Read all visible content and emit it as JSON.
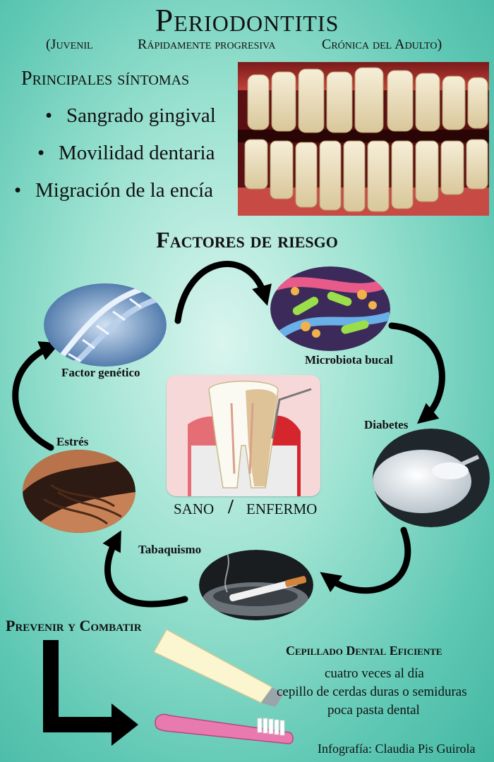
{
  "title": "Periodontitis",
  "subtitles": [
    "(Juvenil",
    "Rápidamente progresiva",
    "Crónica del Adulto)"
  ],
  "symptoms": {
    "heading": "Principales síntomas",
    "items": [
      "Sangrado gingival",
      "Movilidad dentaria",
      "Migración de la encía"
    ],
    "bullet": "•"
  },
  "risk": {
    "heading": "Factores de riesgo",
    "factors": {
      "genetic": "Factor genético",
      "microbiota": "Microbiota bucal",
      "diabetes": "Diabetes",
      "smoking": "Tabaquismo",
      "stress": "Estrés"
    }
  },
  "center": {
    "healthy": "SANO",
    "slash": "/",
    "sick": "ENFERMO"
  },
  "prevent": {
    "heading": "Prevenir y Combatir",
    "brushing_heading": "Cepillado Dental Eficiente",
    "tips": [
      "cuatro veces al día",
      "cepillo de cerdas duras o semiduras",
      "poca pasta dental"
    ]
  },
  "credit": "Infografía: Claudia Pis Guirola"
}
